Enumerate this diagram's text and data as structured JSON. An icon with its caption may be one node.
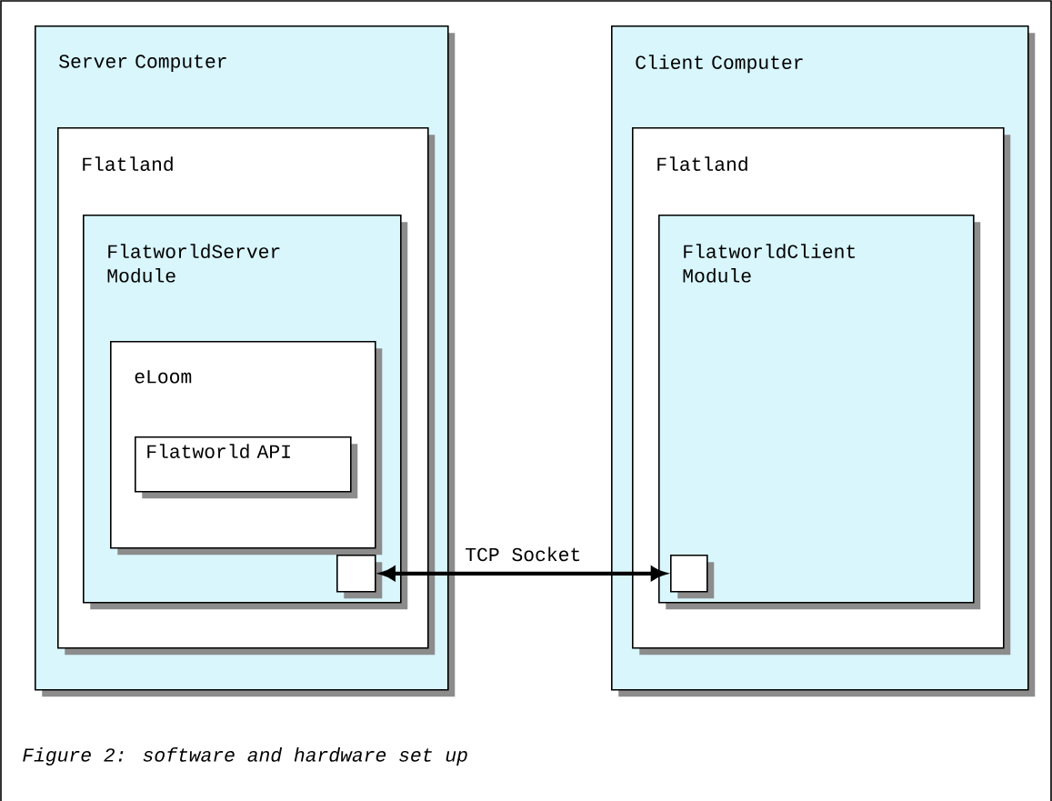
{
  "diagram": {
    "caption": "Figure 2: software and hardware set up",
    "nodes": [
      {
        "text": [
          "Server Computer"
        ]
      },
      {
        "text": [
          "Flatland"
        ],
        "in": 0
      },
      {
        "text": [
          "FlatworldServer Module"
        ],
        "in": 1
      },
      {
        "text": [
          "eLoom"
        ],
        "in": 2
      },
      {
        "text": [
          "Flatworld API"
        ],
        "in": 3
      },
      {
        "text": [],
        "shape": "box",
        "in": 2
      },
      {
        "text": [
          "Client Computer"
        ]
      },
      {
        "text": [
          "Flatland"
        ],
        "in": 6
      },
      {
        "text": [
          "FlatworldClient Module"
        ],
        "in": 7
      },
      {
        "text": [],
        "shape": "box",
        "in": 8
      }
    ],
    "edges": [
      {
        "from": 5,
        "to": 9,
        "arrow": "both",
        "label": "TCP Socket"
      }
    ]
  }
}
